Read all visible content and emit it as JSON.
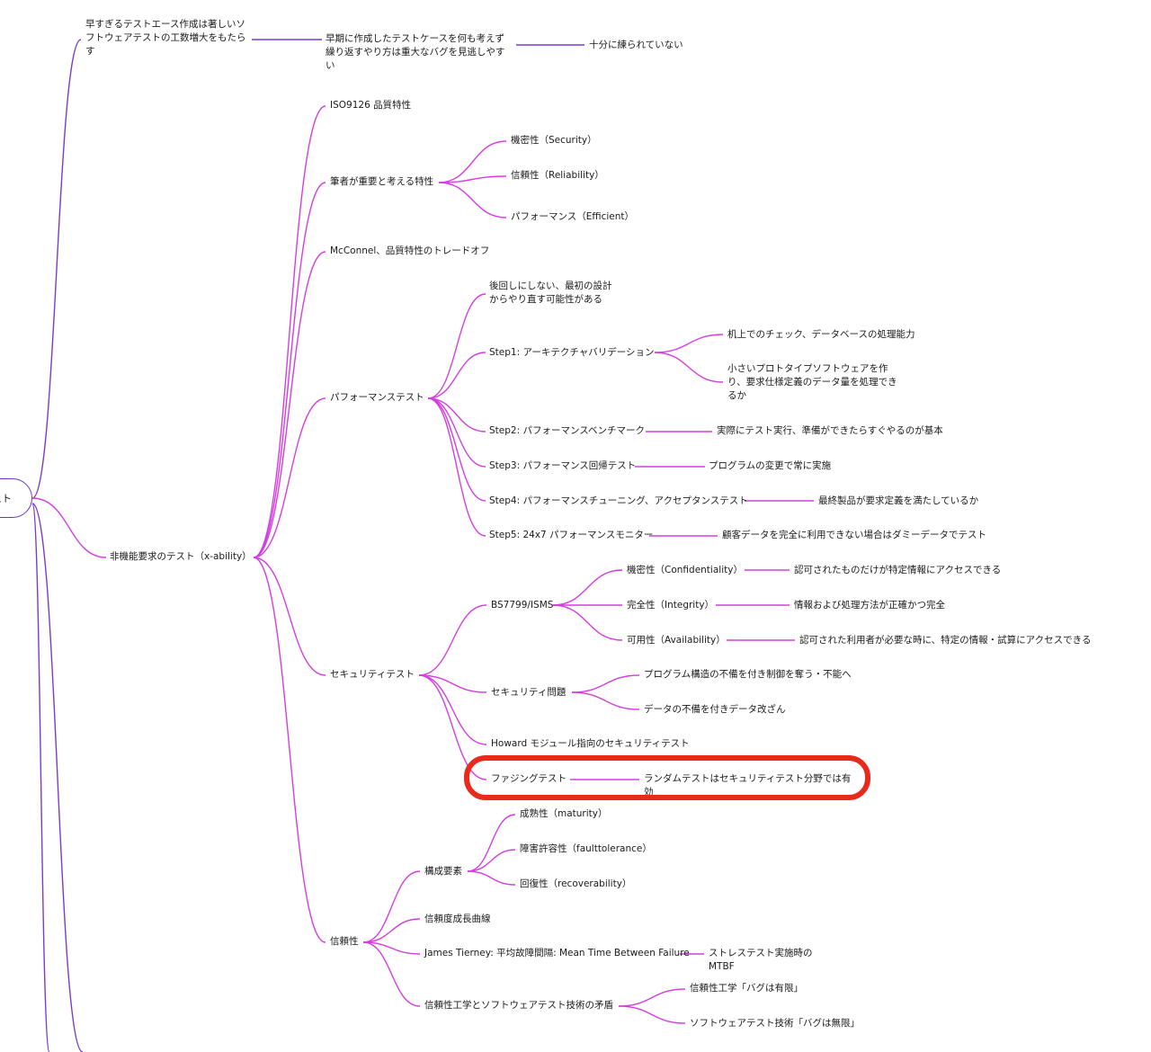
{
  "root": {
    "label": "スト"
  },
  "colors": {
    "branch_purple": "#7a3cc8",
    "branch_magenta": "#d43ee0",
    "highlight": "#e8291c"
  },
  "nodes": {
    "early_test": "早すぎるテストエース作成は著しいソフトウェアテストの工数増大をもたらす",
    "early_case": "早期に作成したテストケースを何も考えず繰り返すやり方は重大なバグを見逃しやすい",
    "not_refined": "十分に練られていない",
    "nonfunc": "非機能要求のテスト（x-ability）",
    "iso": "ISO9126 品質特性",
    "author": "筆者が重要と考える特性",
    "security_q": "機密性（Security）",
    "reliability_q": "信頼性（Reliability）",
    "performance_q": "パフォーマンス（Efficient）",
    "mcconnel": "McConnel、品質特性のトレードオフ",
    "perf_test": "パフォーマンステスト",
    "perf_early": "後回しにしない、最初の設計からやり直す可能性がある",
    "step1": "Step1: アーキテクチャバリデーション",
    "step1_a": "机上でのチェック、データベースの処理能力",
    "step1_b": "小さいプロトタイプソフトウェアを作り、要求仕様定義のデータ量を処理できるか",
    "step2": "Step2: パフォーマンスベンチマーク",
    "step2_a": "実際にテスト実行、準備ができたらすぐやるのが基本",
    "step3": "Step3: パフォーマンス回帰テスト",
    "step3_a": "プログラムの変更で常に実施",
    "step4": "Step4: パフォーマンスチューニング、アクセプタンステスト",
    "step4_a": "最終製品が要求定義を満たしているか",
    "step5": "Step5: 24x7 パフォーマンスモニター",
    "step5_a": "顧客データを完全に利用できない場合はダミーデータでテスト",
    "sec_test": "セキュリティテスト",
    "bs7799": "BS7799/ISMS",
    "confidentiality": "機密性（Confidentiality）",
    "confidentiality_a": "認可されたものだけが特定情報にアクセスできる",
    "integrity": "完全性（Integrity）",
    "integrity_a": "情報および処理方法が正確かつ完全",
    "availability": "可用性（Availability）",
    "availability_a": "認可された利用者が必要な時に、特定の情報・試算にアクセスできる",
    "sec_issue": "セキュリティ問題",
    "sec_issue_a": "プログラム構造の不備を付き制御を奪う・不能へ",
    "sec_issue_b": "データの不備を付きデータ改ざん",
    "howard": "Howard モジュール指向のセキュリティテスト",
    "fuzzing": "ファジングテスト",
    "fuzzing_a": "ランダムテストはセキュリティテスト分野では有効",
    "reliability": "信頼性",
    "components": "構成要素",
    "maturity": "成熟性（maturity）",
    "fault": "障害許容性（faulttolerance）",
    "recover": "回復性（recoverability）",
    "growth": "信頼度成長曲線",
    "mtbf": "James Tierney: 平均故障間隔: Mean Time Between Failure",
    "mtbf_a": "ストレステスト実施時のMTBF",
    "conflict": "信頼性工学とソフトウェアテスト技術の矛盾",
    "conflict_a": "信頼性工学「バグは有限」",
    "conflict_b": "ソフトウェアテスト技術「バグは無限」"
  }
}
